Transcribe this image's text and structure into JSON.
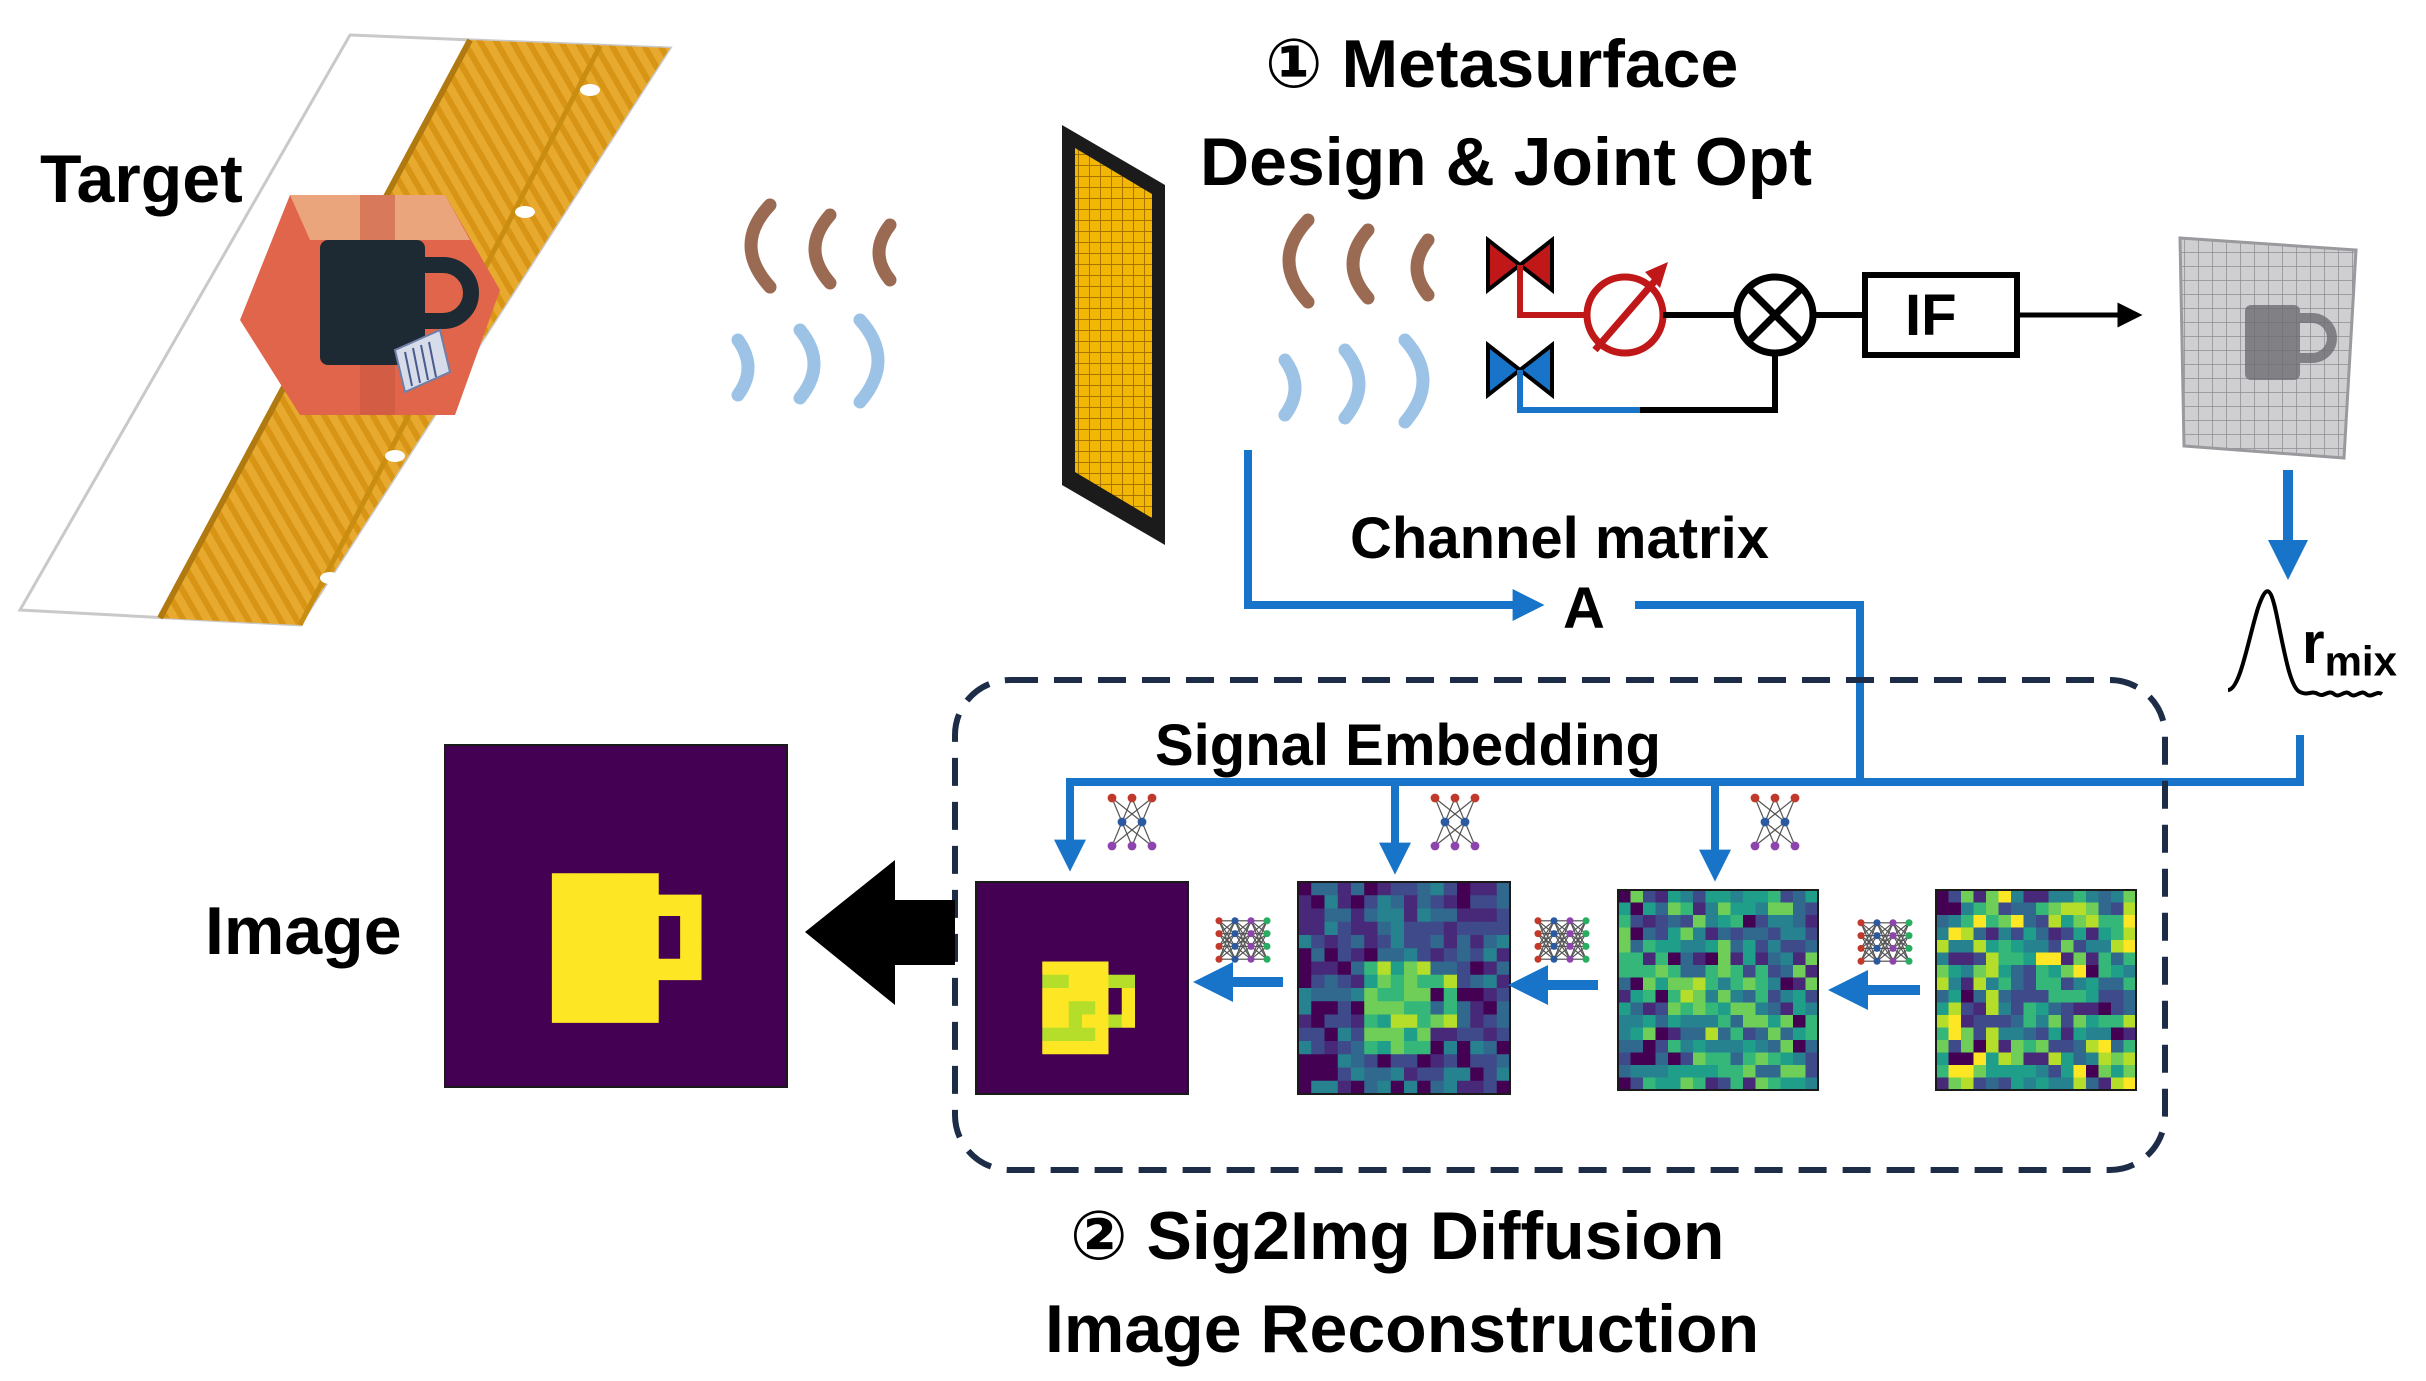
{
  "target_label": "Target",
  "image_label": "Image",
  "step1": {
    "line1": "① Metasurface",
    "line2": "Design & Joint Opt"
  },
  "step2": {
    "line1": "② Sig2Img Diffusion",
    "line2": "Image Reconstruction"
  },
  "channel_matrix_label": "Channel matrix",
  "channel_matrix_symbol": "A",
  "signal_embedding_label": "Signal Embedding",
  "if_label": "IF",
  "r_mix_symbol": "r",
  "r_mix_subscript": "mix",
  "colors": {
    "blue_arrow": "#1874c9",
    "red_path": "#c01818",
    "tx_wave": "#9a6a52",
    "rx_wave": "#9cc3e6",
    "metasurface": "#f2b705",
    "viridis_dark": "#440154",
    "viridis_yellow": "#fde725"
  }
}
